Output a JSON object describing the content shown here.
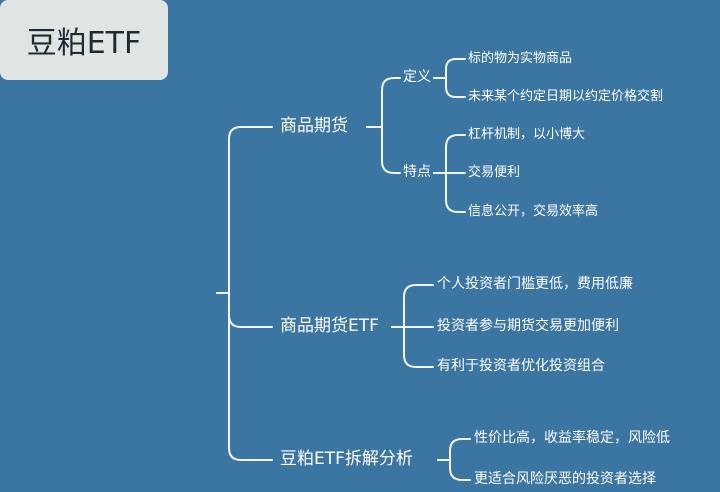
{
  "root": {
    "label": "豆粕ETF"
  },
  "branches": [
    {
      "label": "商品期货",
      "children": [
        {
          "label": "定义",
          "items": [
            "标的物为实物商品",
            "未来某个约定日期以约定价格交割"
          ]
        },
        {
          "label": "特点",
          "items": [
            "杠杆机制，以小博大",
            "交易便利",
            "信息公开，交易效率高"
          ]
        }
      ]
    },
    {
      "label": "商品期货ETF",
      "items": [
        "个人投资者门槛更低，费用低廉",
        "投资者参与期货交易更加便利",
        "有利于投资者优化投资组合"
      ]
    },
    {
      "label": "豆粕ETF拆解分析",
      "items": [
        "性价比高，收益率稳定，风险低",
        "更适合风险厌恶的投资者选择"
      ]
    }
  ],
  "colors": {
    "background": "#3b75a1",
    "connector": "#f2f4f2",
    "root_fill": "#dfe5e2",
    "root_text": "#1e2a34",
    "text": "#ffffff"
  }
}
